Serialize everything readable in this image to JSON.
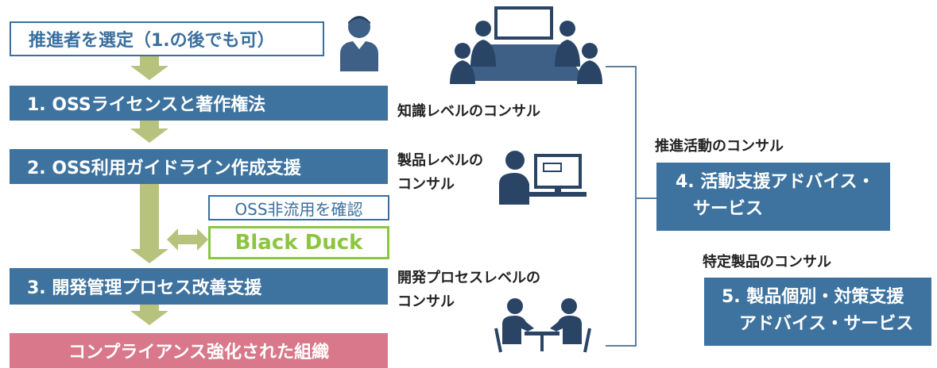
{
  "left": {
    "select_box": "推進者を選定（1.の後でも可）",
    "step1": "1. OSSライセンスと著作権法",
    "step2": "2. OSS利用ガイドライン作成支援",
    "step3": "3. 開発管理プロセス改善支援",
    "final": "コンプライアンス強化された組織",
    "check_box": "OSS非流用を確認",
    "tool_box": "Black Duck"
  },
  "middle": {
    "label1": "知識レベルのコンサル",
    "label2": "製品レベルの\nコンサル",
    "label3": "開発プロセスレベルの\nコンサル"
  },
  "right": {
    "label4": "推進活動のコンサル",
    "box4": "4. 活動支援アドバイス・\n　サービス",
    "label5": "特定製品のコンサル",
    "box5": "5. 製品個別・対策支援\n　アドバイス・サービス"
  },
  "icons": [
    "person-icon",
    "meeting-table-icon",
    "computer-user-icon",
    "two-people-discussion-icon"
  ],
  "colors": {
    "step": "#3e739f",
    "arrow": "#b7c37c",
    "tool": "#8cc63f",
    "final": "#d9788a"
  }
}
